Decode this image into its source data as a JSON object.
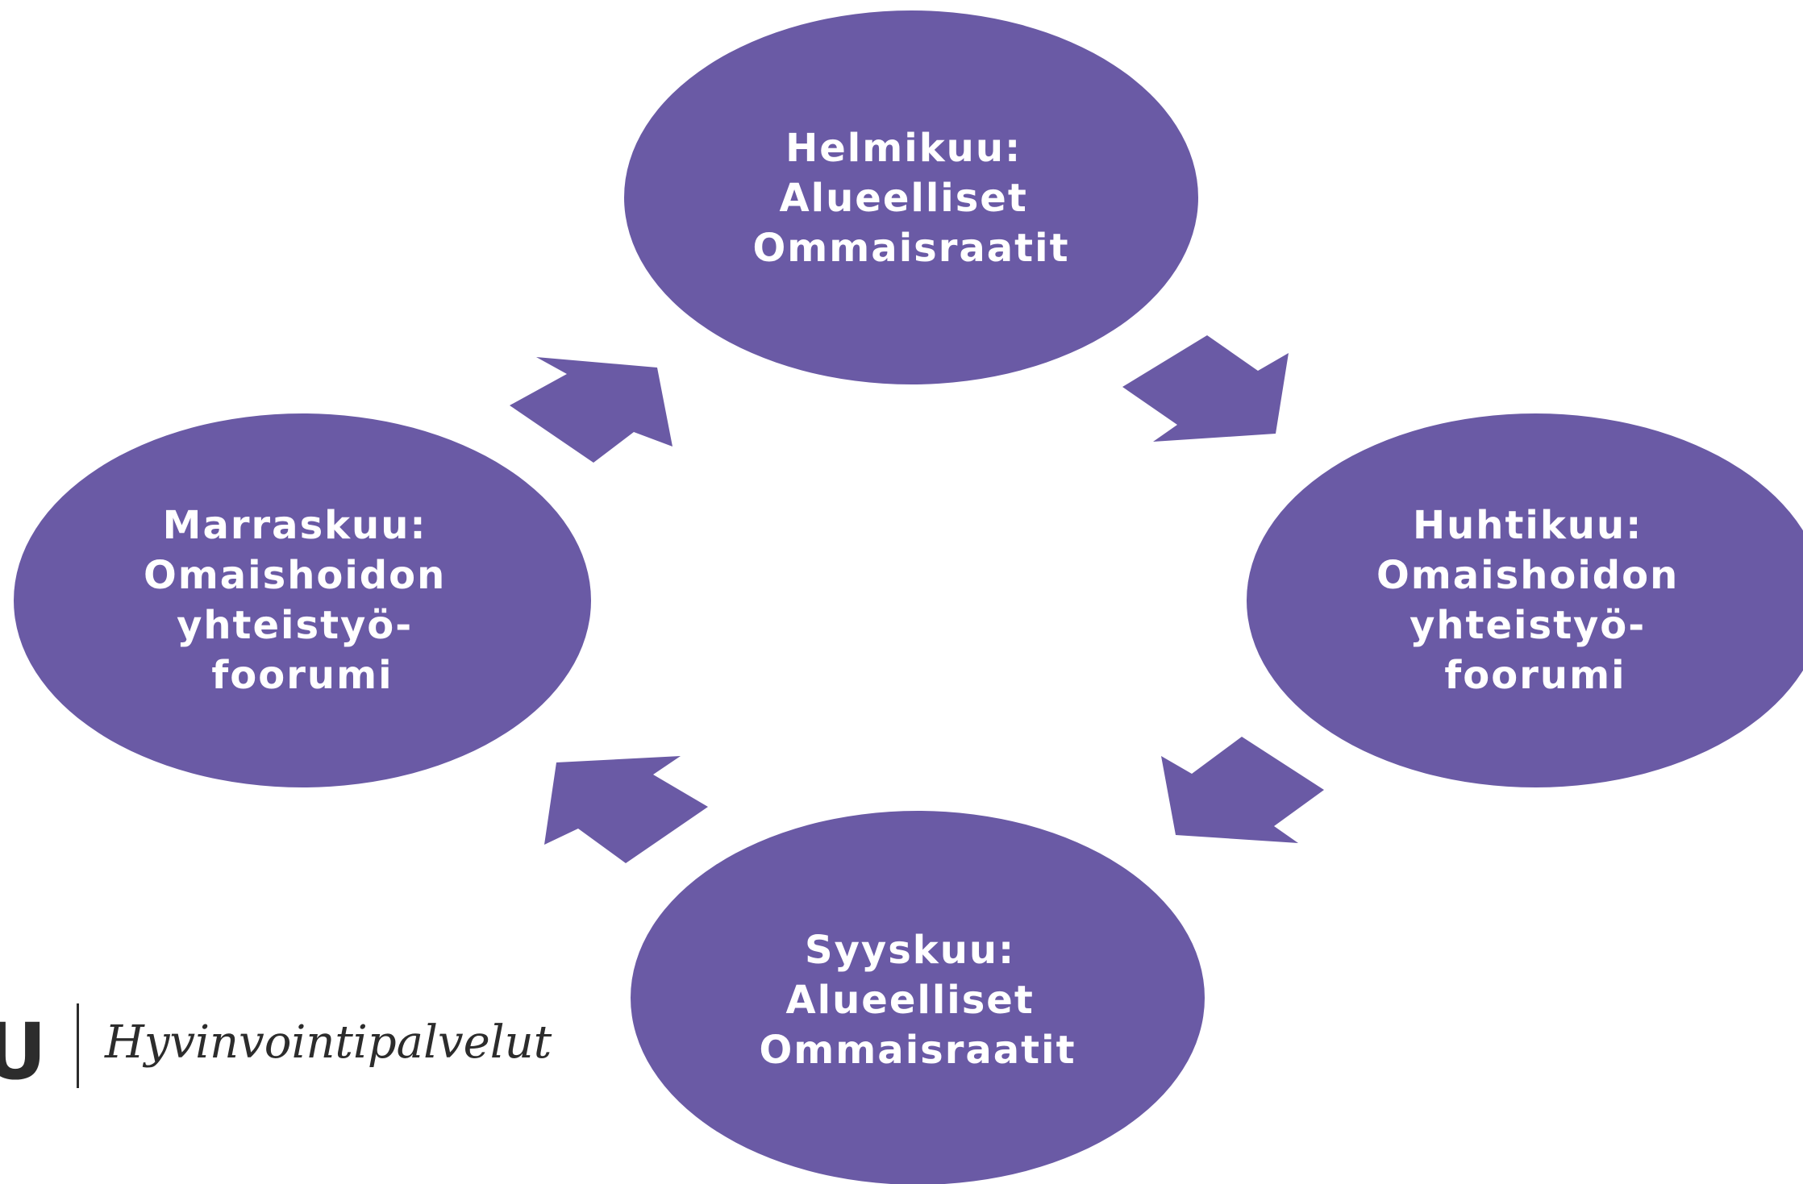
{
  "colors": {
    "node_fill": "#6a5aa5",
    "arrow_fill": "#6a5aa5",
    "label_text": "#ffffff",
    "logo_text": "#2c2c2c"
  },
  "nodes": [
    {
      "id": "top",
      "lines": [
        "Helmikuu:",
        "Alueelliset",
        "Ommaisraatit"
      ]
    },
    {
      "id": "right",
      "lines": [
        "Huhtikuu:",
        "Omaishoidon",
        "yhteistyö-",
        "foorumi"
      ]
    },
    {
      "id": "bottom",
      "lines": [
        "Syyskuu:",
        "Alueelliset",
        "Ommaisraatit"
      ]
    },
    {
      "id": "left",
      "lines": [
        "Marraskuu:",
        "Omaishoidon",
        "yhteistyö-",
        "foorumi"
      ]
    }
  ],
  "logo": {
    "brand_mark": "U",
    "label": "Hyvinvointipalvelut"
  }
}
